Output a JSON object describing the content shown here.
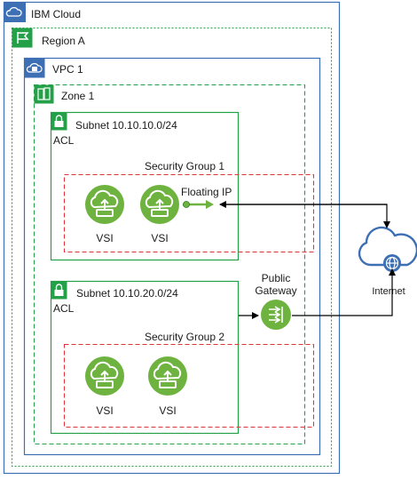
{
  "ibm_cloud": {
    "label": "IBM Cloud"
  },
  "region": {
    "label": "Region A"
  },
  "vpc": {
    "label": "VPC 1"
  },
  "zone": {
    "label": "Zone 1"
  },
  "subnet1": {
    "label": "Subnet 10.10.10.0/24",
    "acl": "ACL"
  },
  "subnet2": {
    "label": "Subnet 10.10.20.0/24",
    "acl": "ACL"
  },
  "sg1": {
    "label": "Security Group 1"
  },
  "sg2": {
    "label": "Security Group 2"
  },
  "vsi": {
    "label": "VSI"
  },
  "floating_ip": {
    "label": "Floating IP"
  },
  "public_gateway": {
    "line1": "Public",
    "line2": "Gateway"
  },
  "internet": {
    "label": "Internet"
  },
  "colors": {
    "ibm_cloud_border": "#3d6fb4",
    "region_border": "#24a148",
    "vpc_border": "#3d6fb4",
    "subnet_border": "#24a148",
    "security_group_border": "#e0333b",
    "vsi_fill": "#6eb33f",
    "icon_square": "#24a148",
    "vpc_icon": "#3d6fb4",
    "internet_icon": "#3d6fb4"
  }
}
